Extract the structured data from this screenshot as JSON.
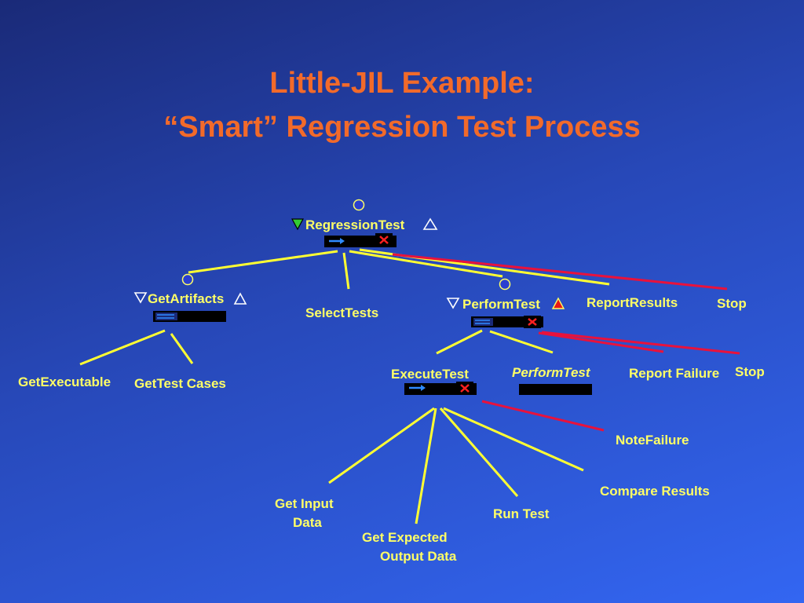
{
  "slide": {
    "title_line1": "Little-JIL Example:",
    "title_line2": "“Smart” Regression Test Process"
  },
  "colors": {
    "title": "#f26a2a",
    "edge": "#ffff33",
    "exception_edge": "#e8123c",
    "label": "#ffff66",
    "label_alt": "#ffffff",
    "badge": "#000000",
    "badge_arrow": "#2f8bff",
    "badge_x": "#ff2020",
    "handle": "#2a3fd0"
  },
  "nodes": {
    "regression_test": "RegressionTest",
    "get_artifacts": "GetArtifacts",
    "select_tests": "SelectTests",
    "perform_test_step": "PerformTest",
    "report_results": "ReportResults",
    "stop_1": "Stop",
    "get_executable": "GetExecutable",
    "get_test_cases": "GetTest Cases",
    "execute_test": "ExecuteTest",
    "perform_test_ref": "PerformTest",
    "report_failure": "Report Failure",
    "stop_2": "Stop",
    "note_failure": "NoteFailure",
    "get_input_data_l1": "Get Input",
    "get_input_data_l2": "Data",
    "get_expected_output_l1": "Get Expected",
    "get_expected_output_l2": "Output Data",
    "run_test": "Run Test",
    "compare_results": "Compare Results"
  },
  "icons": {
    "prerequisite": "triangle-down-icon",
    "postrequisite": "triangle-up-icon",
    "handle": "circle-handle-icon",
    "sequential": "arrow-right-icon",
    "parallel": "double-line-icon",
    "exception": "x-mark-icon"
  }
}
